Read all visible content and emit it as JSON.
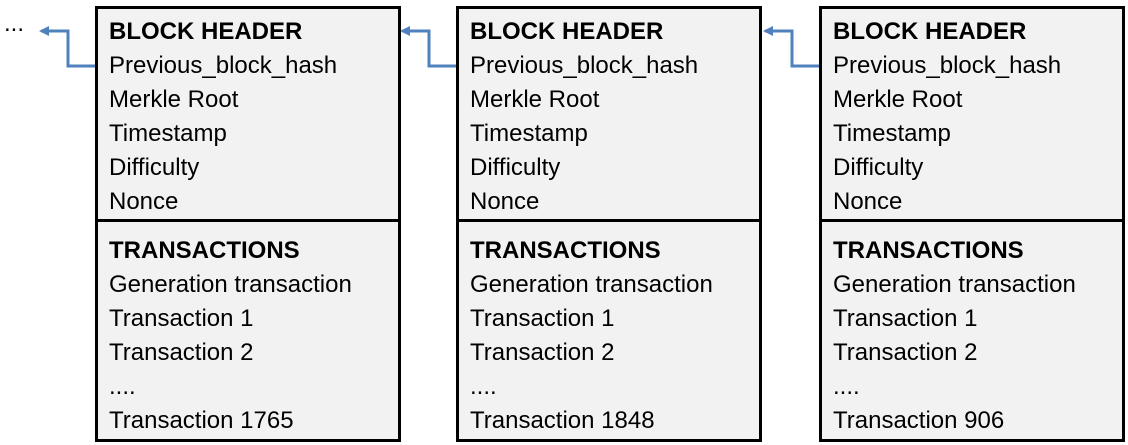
{
  "leading_ellipsis": "...",
  "colors": {
    "arrow": "#4f81bd",
    "block_fill": "#f2f2f2",
    "border": "#000000"
  },
  "blocks": [
    {
      "header": {
        "title": "BLOCK HEADER",
        "fields": [
          "Previous_block_hash",
          "Merkle Root",
          "Timestamp",
          "Difficulty",
          "Nonce"
        ]
      },
      "transactions": {
        "title": "TRANSACTIONS",
        "items": [
          "Generation transaction",
          "Transaction 1",
          "Transaction 2",
          "....",
          "Transaction 1765"
        ]
      }
    },
    {
      "header": {
        "title": "BLOCK HEADER",
        "fields": [
          "Previous_block_hash",
          "Merkle Root",
          "Timestamp",
          "Difficulty",
          "Nonce"
        ]
      },
      "transactions": {
        "title": "TRANSACTIONS",
        "items": [
          "Generation transaction",
          "Transaction 1",
          "Transaction 2",
          "....",
          "Transaction 1848"
        ]
      }
    },
    {
      "header": {
        "title": "BLOCK HEADER",
        "fields": [
          "Previous_block_hash",
          "Merkle Root",
          "Timestamp",
          "Difficulty",
          "Nonce"
        ]
      },
      "transactions": {
        "title": "TRANSACTIONS",
        "items": [
          "Generation transaction",
          "Transaction 1",
          "Transaction 2",
          "....",
          "Transaction 906"
        ]
      }
    }
  ]
}
